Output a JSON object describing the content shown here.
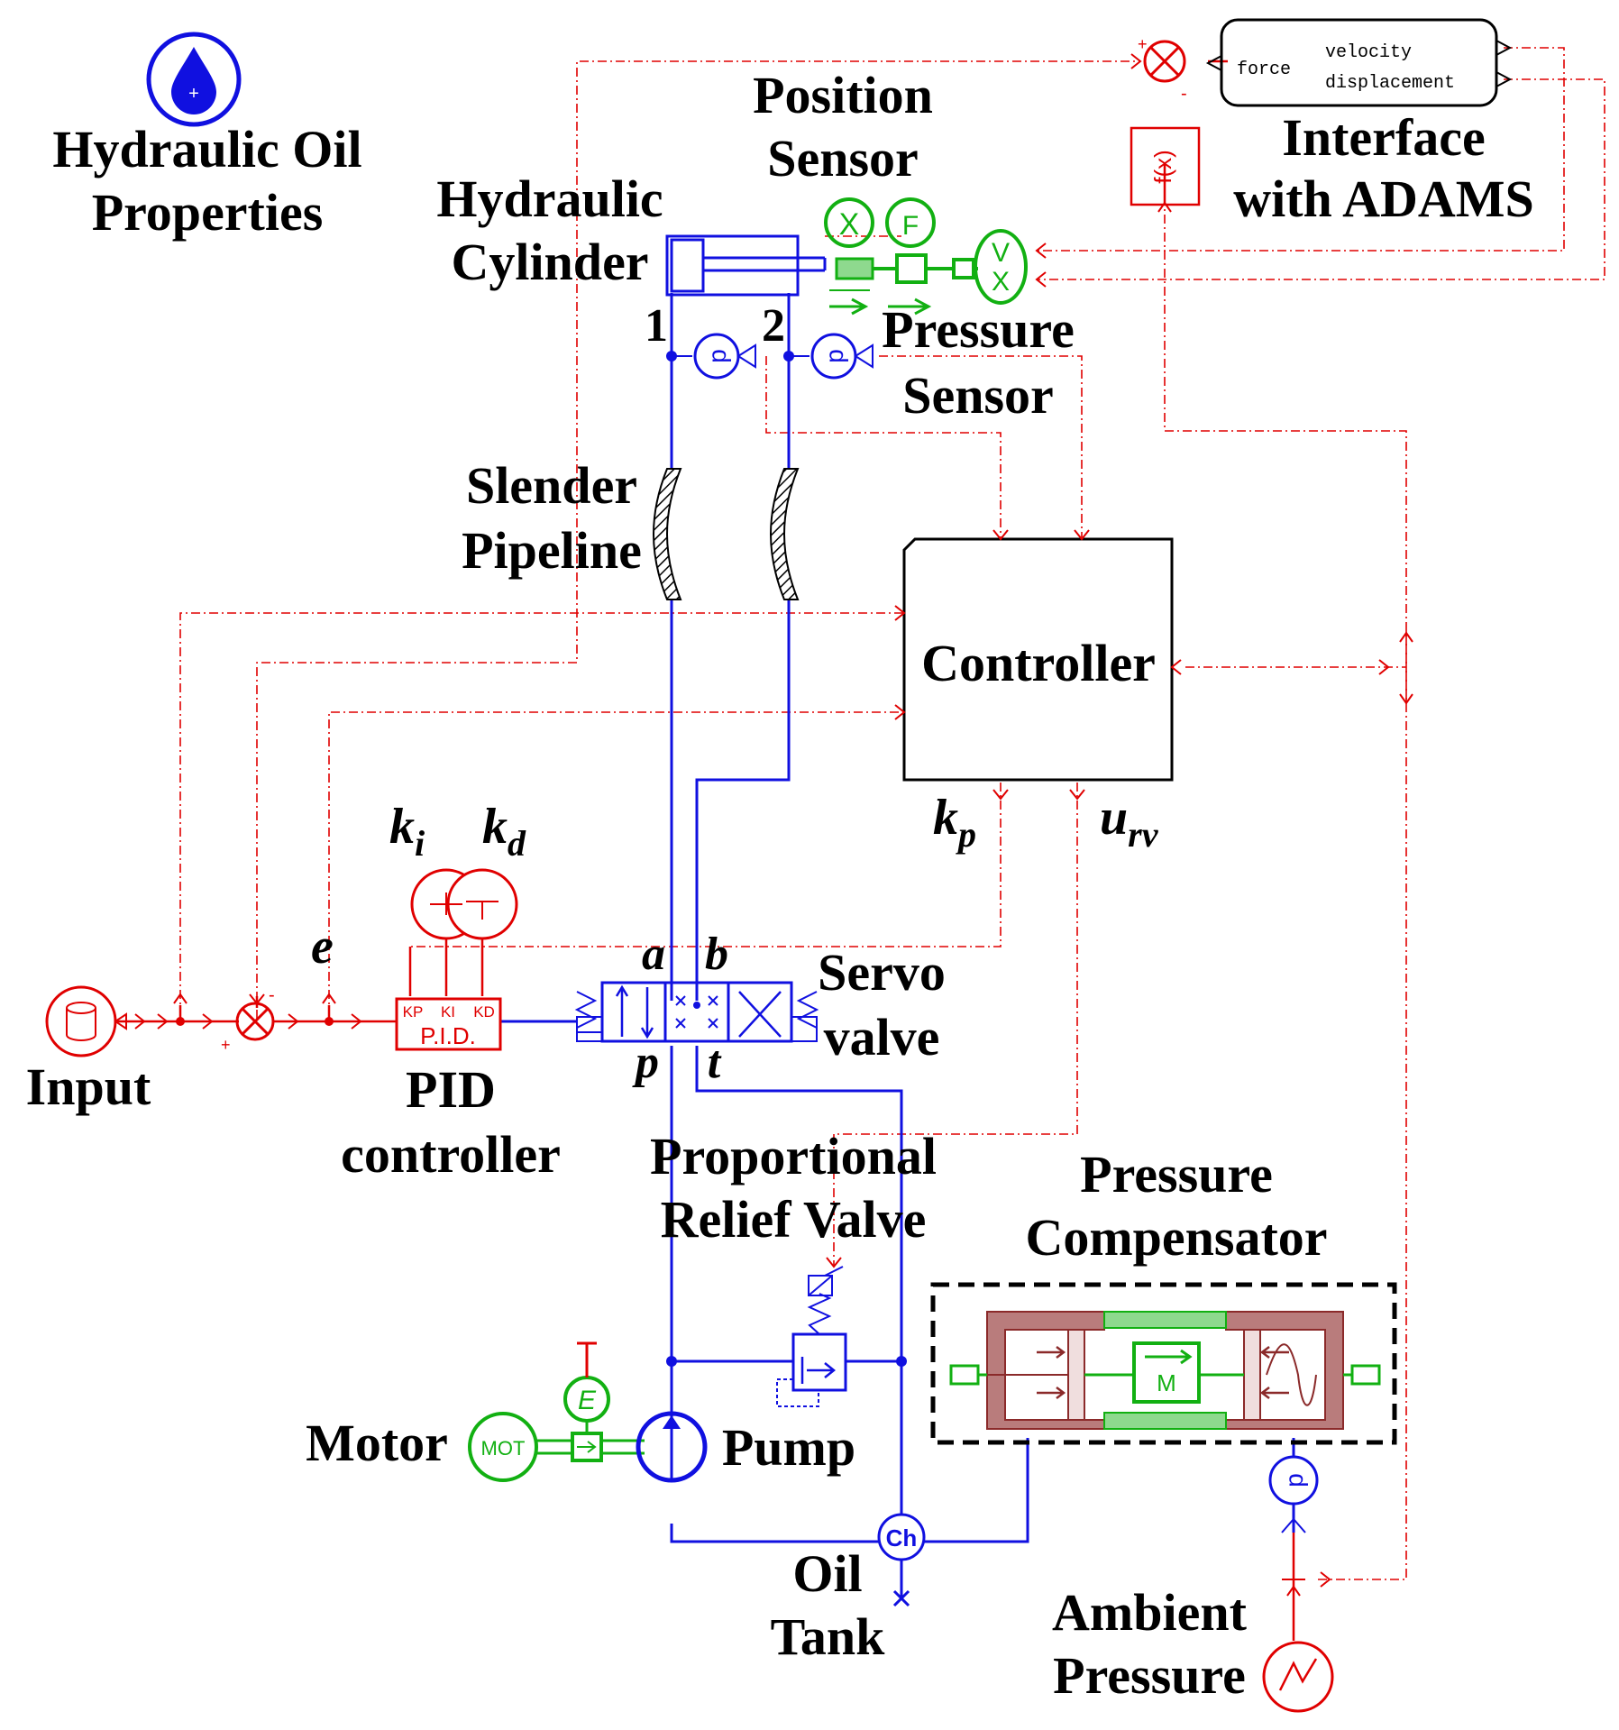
{
  "labels": {
    "hydraulic_oil_properties": [
      "Hydraulic Oil",
      "Properties"
    ],
    "position_sensor": [
      "Position",
      "Sensor"
    ],
    "hydraulic_cylinder": [
      "Hydraulic",
      "Cylinder"
    ],
    "interface_with_adams": [
      "Interface",
      "with ADAMS"
    ],
    "port_1": "1",
    "port_2": "2",
    "pressure_sensor": [
      "Pressure",
      "Sensor"
    ],
    "slender_pipeline": [
      "Slender",
      "Pipeline"
    ],
    "controller": "Controller",
    "kp": {
      "base": "k",
      "sub": "p"
    },
    "urv": {
      "base": "u",
      "sub": "rv"
    },
    "ki": {
      "base": "k",
      "sub": "i"
    },
    "kd": {
      "base": "k",
      "sub": "d"
    },
    "e": "e",
    "servo_valve": [
      "Servo",
      "valve"
    ],
    "port_a": "a",
    "port_b": "b",
    "port_p": "p",
    "port_t": "t",
    "input": "Input",
    "pid_controller": [
      "PID",
      "controller"
    ],
    "proportional_relief_valve": [
      "Proportional",
      "Relief Valve"
    ],
    "pressure_compensator": [
      "Pressure",
      "Compensator"
    ],
    "motor": "Motor",
    "pump": "Pump",
    "oil_tank": [
      "Oil",
      "Tank"
    ],
    "ambient_pressure": [
      "Ambient",
      "Pressure"
    ]
  },
  "component_text": {
    "interface_force": "force",
    "interface_velocity": "velocity",
    "interface_displacement": "displacement",
    "sensor_x": "X",
    "sensor_f": "F",
    "sensor_v": "V",
    "sensor_vx": "X",
    "fx": "f(x)",
    "pid_kp": "KP",
    "pid_ki": "KI",
    "pid_kd": "KD",
    "pid_name": "P.I.D.",
    "motor_mot": "MOT",
    "energy_e": "E",
    "tank_ch": "Ch",
    "mass_m": "M",
    "plus": "+",
    "minus": "-"
  },
  "colors": {
    "hydraulic_line": "#1010e0",
    "signal_line": "#e00000",
    "mechanical": "#12b012",
    "compensator": "#8b2a2a"
  }
}
